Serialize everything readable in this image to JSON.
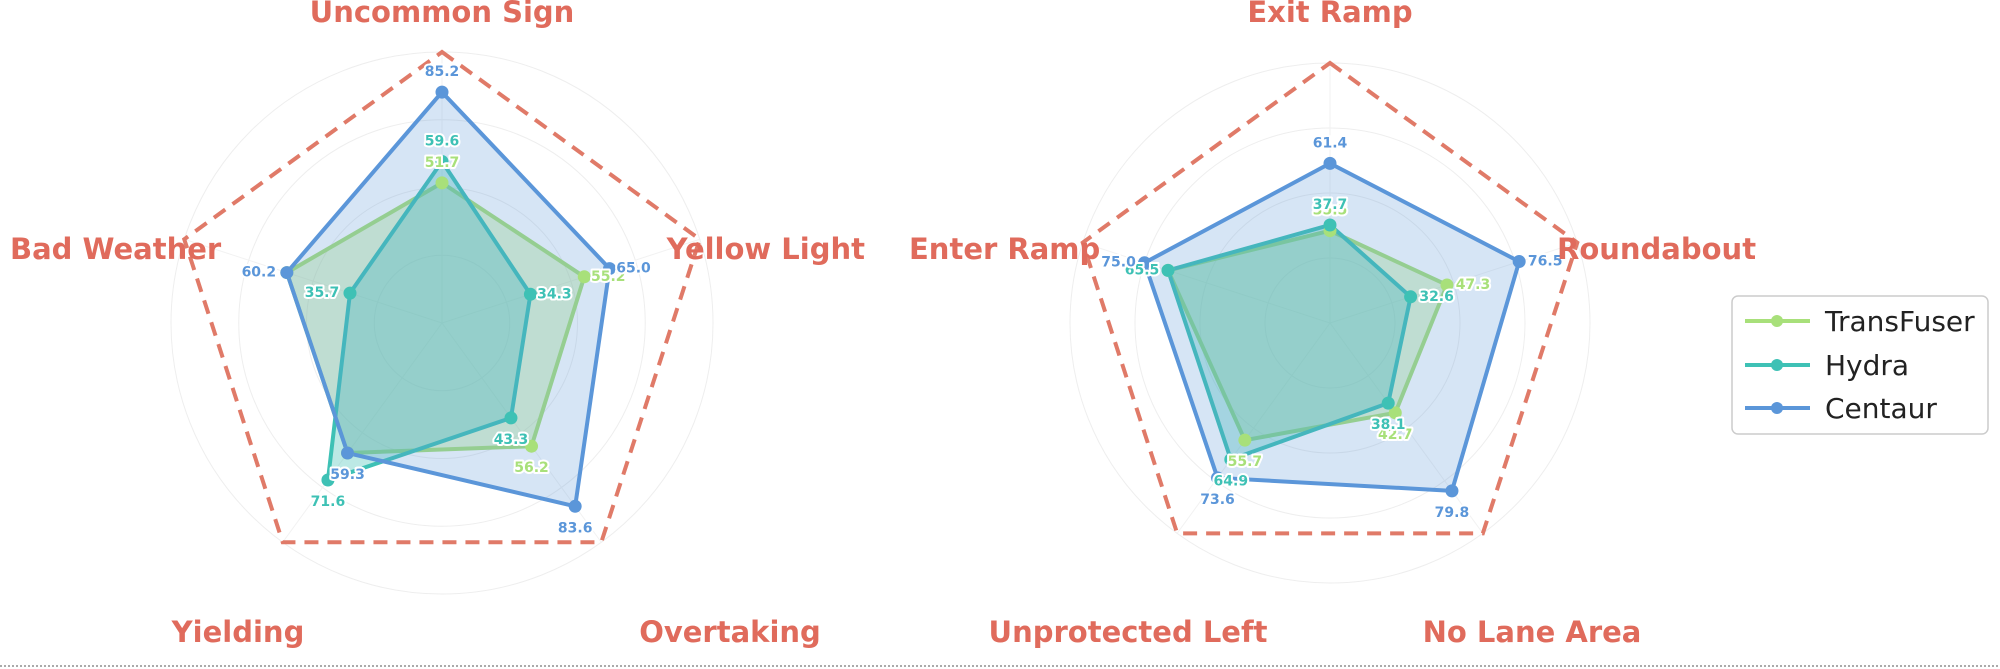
{
  "colors": {
    "TransFuser": "#a8e07a",
    "Hydra": "#3ec1b5",
    "Centaur": "#5b96d9",
    "outline": "#e07a68",
    "title": "#e06b5c"
  },
  "chart_data": [
    {
      "type": "radar",
      "categories": [
        "Uncommon Sign",
        "Yellow Light",
        "Overtaking",
        "Yielding",
        "Bad Weather"
      ],
      "rlim": [
        0,
        100
      ],
      "series": [
        {
          "name": "TransFuser",
          "values": [
            51.7,
            55.2,
            56.2,
            59.3,
            60.2
          ]
        },
        {
          "name": "Hydra",
          "values": [
            59.6,
            34.3,
            43.3,
            71.6,
            35.7
          ]
        },
        {
          "name": "Centaur",
          "values": [
            85.2,
            65.0,
            83.6,
            59.3,
            60.2
          ]
        }
      ],
      "outline": {
        "style": "dashed",
        "values": [
          100,
          100,
          100,
          100,
          100
        ]
      },
      "grid": true
    },
    {
      "type": "radar",
      "categories": [
        "Exit Ramp",
        "Roundabout",
        "No Lane Area",
        "Unprotected Left",
        "Enter Ramp"
      ],
      "rlim": [
        0,
        100
      ],
      "series": [
        {
          "name": "TransFuser",
          "values": [
            35.5,
            47.3,
            42.7,
            55.7,
            65.5
          ]
        },
        {
          "name": "Hydra",
          "values": [
            37.7,
            32.6,
            38.1,
            64.9,
            65.5
          ]
        },
        {
          "name": "Centaur",
          "values": [
            61.4,
            76.5,
            79.8,
            73.6,
            75.0
          ]
        }
      ],
      "outline": {
        "style": "dashed",
        "values": [
          100,
          100,
          100,
          100,
          100
        ]
      },
      "grid": true
    }
  ],
  "legend": {
    "placement": "right",
    "entries": [
      "TransFuser",
      "Hydra",
      "Centaur"
    ]
  }
}
